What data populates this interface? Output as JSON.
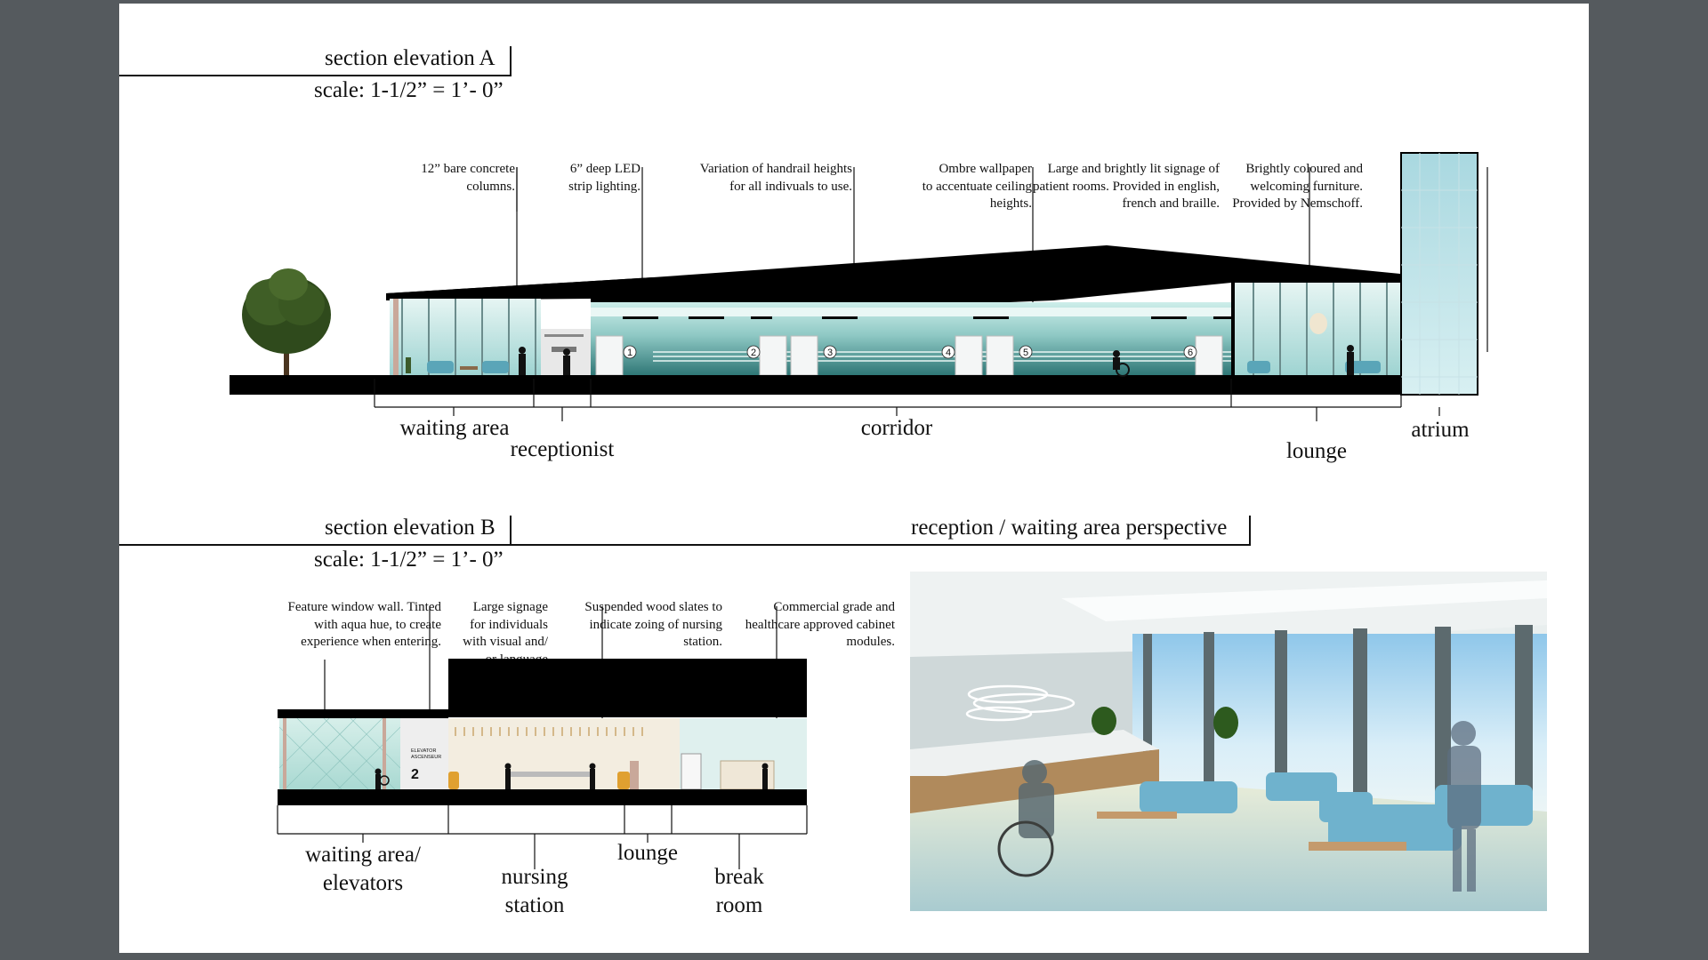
{
  "sectionA": {
    "title": "section elevation A",
    "scale": "scale: 1-1/2” = 1’- 0”",
    "notes": [
      "12” bare concrete\ncolumns.",
      "6” deep LED\nstrip lighting.",
      "Variation of handrail heights\nfor all indivuals to use.",
      "Ombre wallpaper\nto accentuate ceiling\nheights.",
      "Large and brightly lit signage of\npatient rooms. Provided in english,\nfrench and braille.",
      "Brightly coloured and\nwelcoming furniture.\nProvided by Nemschoff."
    ],
    "room_numbers": [
      "1",
      "2",
      "3",
      "4",
      "5",
      "6"
    ],
    "zones": {
      "waiting": "waiting area",
      "receptionist": "receptionist",
      "corridor": "corridor",
      "lounge": "lounge",
      "atrium": "atrium"
    }
  },
  "sectionB": {
    "title": "section elevation B",
    "scale": "scale: 1-1/2” = 1’- 0”",
    "notes": [
      "Feature window wall. Tinted\nwith aqua hue, to create\nexperience when entering.",
      "Large signage\nfor individuals\nwith visual and/\nor language\nbarriers.",
      "Suspended wood slates to\nindicate zoing of nursing\nstation.",
      "Commercial grade and\nhealthcare approved cabinet\nmodules."
    ],
    "sign_text": [
      "ELEVATOR",
      "ASCENSEUR",
      "2"
    ],
    "zones": {
      "waiting_elevators": "waiting area/\nelevators",
      "nursing": "nursing\nstation",
      "lounge": "lounge",
      "break": "break\nroom"
    }
  },
  "perspective": {
    "title": "reception / waiting area perspective"
  },
  "colors": {
    "aqua_glass": "#bfe3e0",
    "corridor_wall": "#4f9a98",
    "roof": "#000000",
    "chair": "#5aa5b8",
    "accent_orange": "#e0a030"
  }
}
